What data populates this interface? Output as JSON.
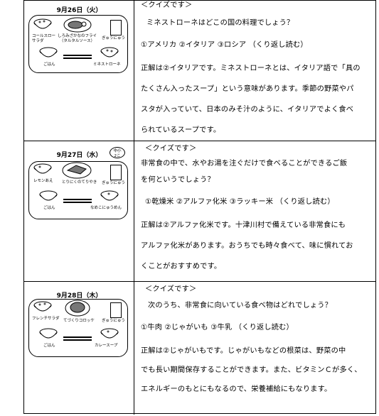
{
  "days": [
    {
      "date": "9月26日（火）",
      "menu": {
        "salad": "コールスロー\nサラダ",
        "main": "しろみざかなのフライ\n（タルタルソース）",
        "drink": "ぎゅうにゅう",
        "rice": "ごはん",
        "soup": "ミネストローネ"
      },
      "quiz_title": "＜クイズです＞",
      "question_lines": [
        "ミネストローネはどこの国の料理でしょう？"
      ],
      "choices": "①アメリカ ②イタリア ③ロシア （くり返し読む）",
      "answer_lines": [
        "正解は②イタリアです。ミネストローネとは、イタリア語で「具の",
        "たくさん入ったスープ」という意味があります。季節の野菜やパ",
        "スタが入っていて、日本のみそ汁のように、イタリアでよく食べ",
        "られているスープです。"
      ]
    },
    {
      "date": "9月27日（水）",
      "badge": "中小\n2こ",
      "menu": {
        "salad": "レモンあえ",
        "main": "とりにくのてりやき",
        "drink": "ぎゅうにゅう",
        "rice": "ごはん",
        "soup": "なめこにゅうめん"
      },
      "quiz_title": "＜クイズです＞",
      "question_lines": [
        "非常食の中で、水やお湯を注ぐだけで食べることができるご飯",
        "を何というでしょう？"
      ],
      "choices": "①乾燥米 ②アルファ化米 ③ラッキー米 （くり返し読む）",
      "answer_lines": [
        "正解は②アルファ化米です。十津川村で備えている非常食にも",
        "アルファ化米があります。おうちでも時々食べて、味に慣れてお",
        "くことがおすすめです。"
      ]
    },
    {
      "date": "9月28日（木）",
      "menu": {
        "salad": "フレンチサラダ",
        "main": "てづくりコロッケ",
        "drink": "ぎゅうにゅう",
        "rice": "ごはん",
        "soup": "カレースープ"
      },
      "quiz_title": "＜クイズです＞",
      "question_lines": [
        "次のうち、非常食に向いている食べ物はどれでしょう？"
      ],
      "choices": "①牛肉 ②じゃがいも ③牛乳 （くり返し読む）",
      "answer_lines": [
        "正解は②じゃがいもです。じゃがいもなどの根菜は、野菜の中",
        "でも長い期間保存することができます。また、ビタミンＣが多く、",
        "エネルギーのもとにもなるので、栄養補給にもなります。"
      ]
    }
  ]
}
